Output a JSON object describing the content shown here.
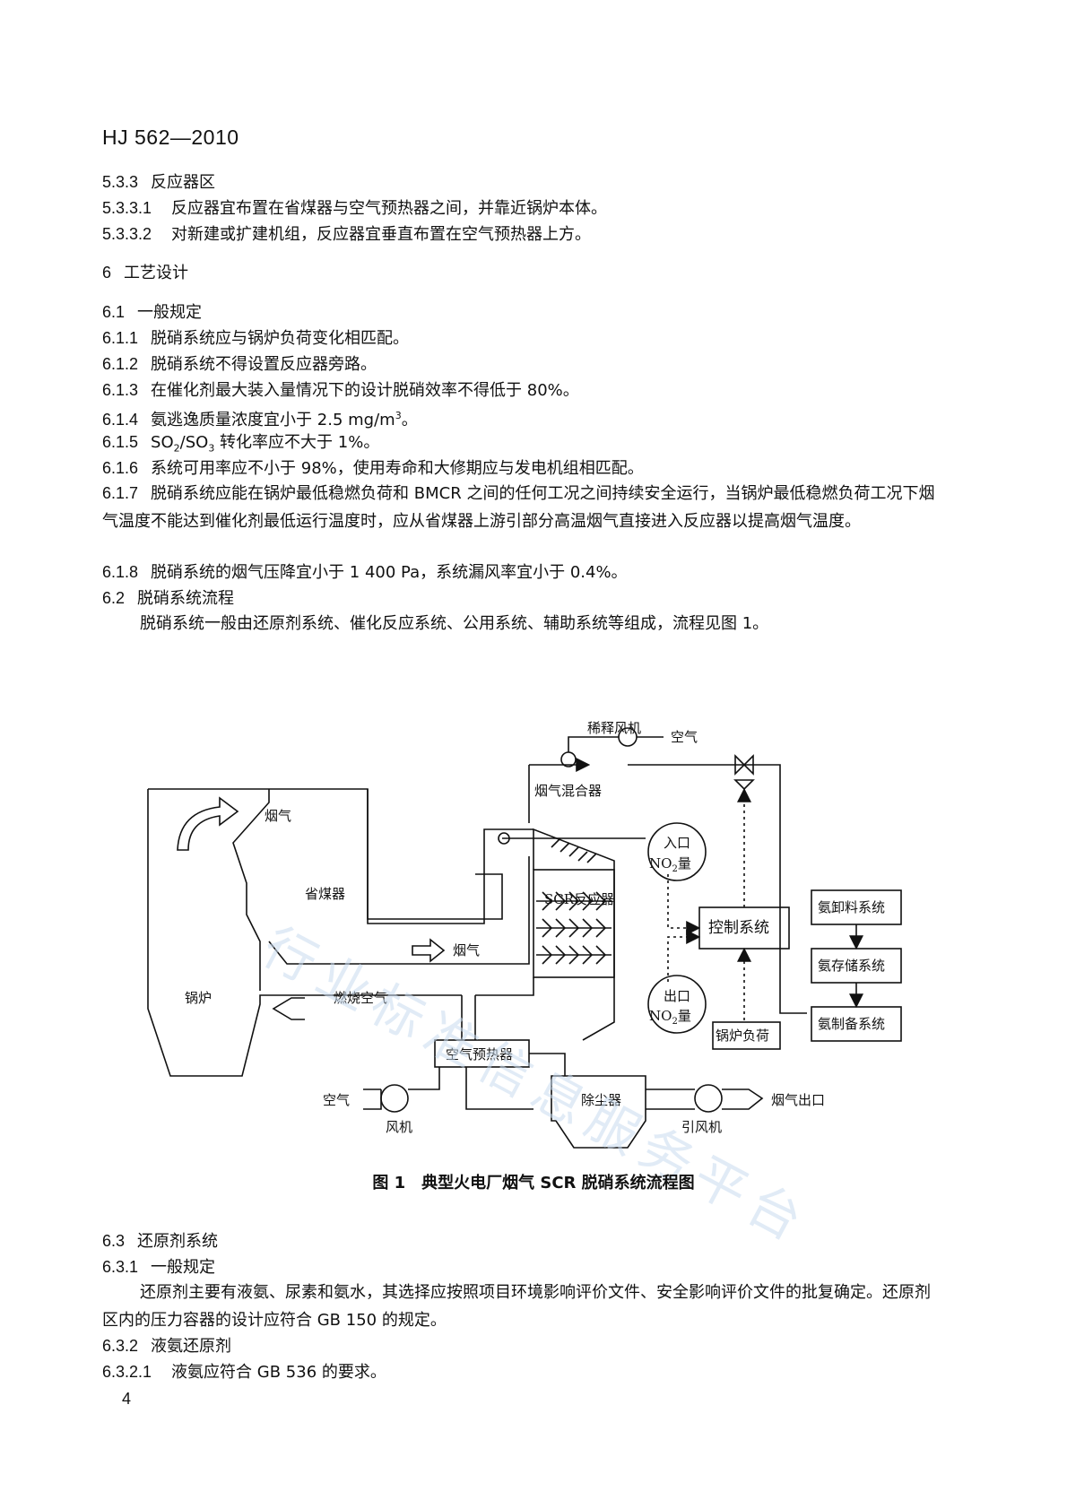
{
  "header": {
    "doc_id": "HJ 562—2010"
  },
  "sections": [
    {
      "num": "5.3.3",
      "text": "反应器区"
    },
    {
      "num": "5.3.3.1",
      "text": "反应器宜布置在省煤器与空气预热器之间，并靠近锅炉本体。"
    },
    {
      "num": "5.3.3.2",
      "text": "对新建或扩建机组，反应器宜垂直布置在空气预热器上方。"
    },
    {
      "num": "6",
      "text": "工艺设计"
    },
    {
      "num": "6.1",
      "text": "一般规定"
    },
    {
      "num": "6.1.1",
      "text": "脱硝系统应与锅炉负荷变化相匹配。"
    },
    {
      "num": "6.1.2",
      "text": "脱硝系统不得设置反应器旁路。"
    },
    {
      "num": "6.1.3",
      "text": "在催化剂最大装入量情况下的设计脱硝效率不得低于 80%。"
    },
    {
      "num": "6.1.4",
      "text": "氨逃逸质量浓度宜小于 2.5 mg/m",
      "sup": "3",
      "after": "。"
    },
    {
      "num": "6.1.5",
      "so2a": "SO",
      "so2b": "2",
      "so3a": "/SO",
      "so3b": "3",
      "text": "转化率应不大于 1%。"
    },
    {
      "num": "6.1.6",
      "text": "系统可用率应不小于 98%，使用寿命和大修期应与发电机组相匹配。"
    },
    {
      "num": "6.1.7",
      "text": "脱硝系统应能在锅炉最低稳燃负荷和 BMCR 之间的任何工况之间持续安全运行，当锅炉最低稳燃负荷工况下烟气温度不能达到催化剂最低运行温度时，应从省煤器上游引部分高温烟气直接进入反应器以提高烟气温度。"
    },
    {
      "num": "6.1.8",
      "text": "脱硝系统的烟气压降宜小于 1 400 Pa，系统漏风率宜小于 0.4%。"
    },
    {
      "num": "6.2",
      "text": "脱硝系统流程"
    },
    {
      "text": "脱硝系统一般由还原剂系统、催化反应系统、公用系统、辅助系统等组成，流程见图 1。"
    }
  ],
  "figure": {
    "caption": "图 1　典型火电厂烟气 SCR 脱硝系统流程图",
    "labels": {
      "dilution_fan": "稀释风机",
      "air_top": "空气",
      "flue_mixer": "烟气混合器",
      "flue_gas_top": "烟气",
      "economizer": "省煤器",
      "flue_gas_mid": "烟气",
      "boiler": "锅炉",
      "combustion_air": "燃烧空气",
      "scr_reactor": "SCR反应器",
      "inlet_no2_a": "入口",
      "inlet_no2_b": "NO",
      "inlet_no2_c": "2",
      "inlet_no2_d": "量",
      "outlet_no2_a": "出口",
      "outlet_no2_b": "NO",
      "outlet_no2_c": "2",
      "outlet_no2_d": "量",
      "control_system": "控制系统",
      "boiler_load": "锅炉负荷",
      "ammonia_unloading": "氨卸料系统",
      "ammonia_storage": "氨存储系统",
      "ammonia_prep": "氨制备系统",
      "air_preheater": "空气预热器",
      "air_bottom": "空气",
      "fan": "风机",
      "dust_collector": "除尘器",
      "id_fan": "引风机",
      "flue_outlet": "烟气出口"
    }
  },
  "sections2": [
    {
      "num": "6.3",
      "text": "还原剂系统"
    },
    {
      "num": "6.3.1",
      "text": "一般规定"
    },
    {
      "text": "还原剂主要有液氨、尿素和氨水，其选择应按照项目环境影响评价文件、安全影响评价文件的批复确定。还原剂区内的压力容器的设计应符合 GB 150 的规定。"
    },
    {
      "num": "6.3.2",
      "text": "液氨还原剂"
    },
    {
      "num": "6.3.2.1",
      "text": "液氨应符合 GB 536 的要求。"
    }
  ],
  "footer": {
    "page_number": "4"
  },
  "watermark": "行业标准信息服务平台"
}
